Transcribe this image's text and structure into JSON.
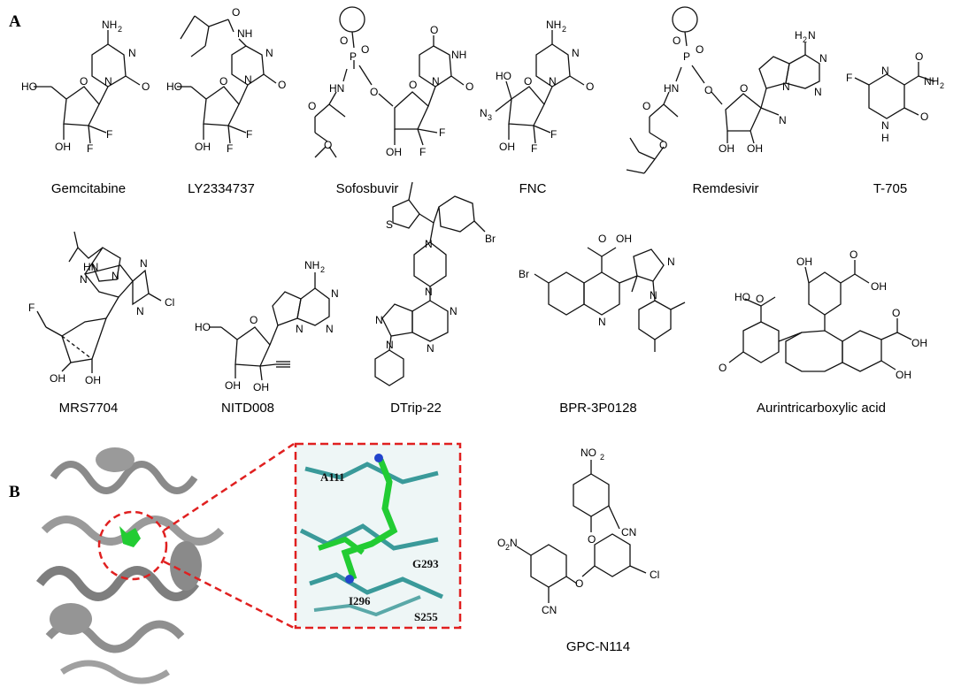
{
  "panels": {
    "a_label": "A",
    "b_label": "B"
  },
  "compounds_row1": [
    "Gemcitabine",
    "LY2334737",
    "Sofosbuvir",
    "FNC",
    "Remdesivir",
    "T-705"
  ],
  "compounds_row2": [
    "MRS7704",
    "NITD008",
    "DTrip-22",
    "BPR-3P0128",
    "Aurintricarboxylic acid"
  ],
  "panel_b": {
    "compound": "GPC-N114",
    "residues": [
      "A111",
      "G293",
      "I296",
      "S255"
    ],
    "colors": {
      "ligand": "#22cc33",
      "residue": "#3a9a9a",
      "protein": "#8a8a8a",
      "zoom_box": "#e02020"
    }
  },
  "atoms": {
    "nh2": "NH2",
    "oh": "OH",
    "f": "F",
    "n": "N",
    "o": "O",
    "p": "P",
    "hn": "HN",
    "nh": "NH",
    "n3": "N3",
    "cl": "Cl",
    "br": "Br",
    "cn": "CN",
    "no2": "NO2",
    "o2n": "O2N",
    "h": "H",
    "ho": "HO"
  }
}
